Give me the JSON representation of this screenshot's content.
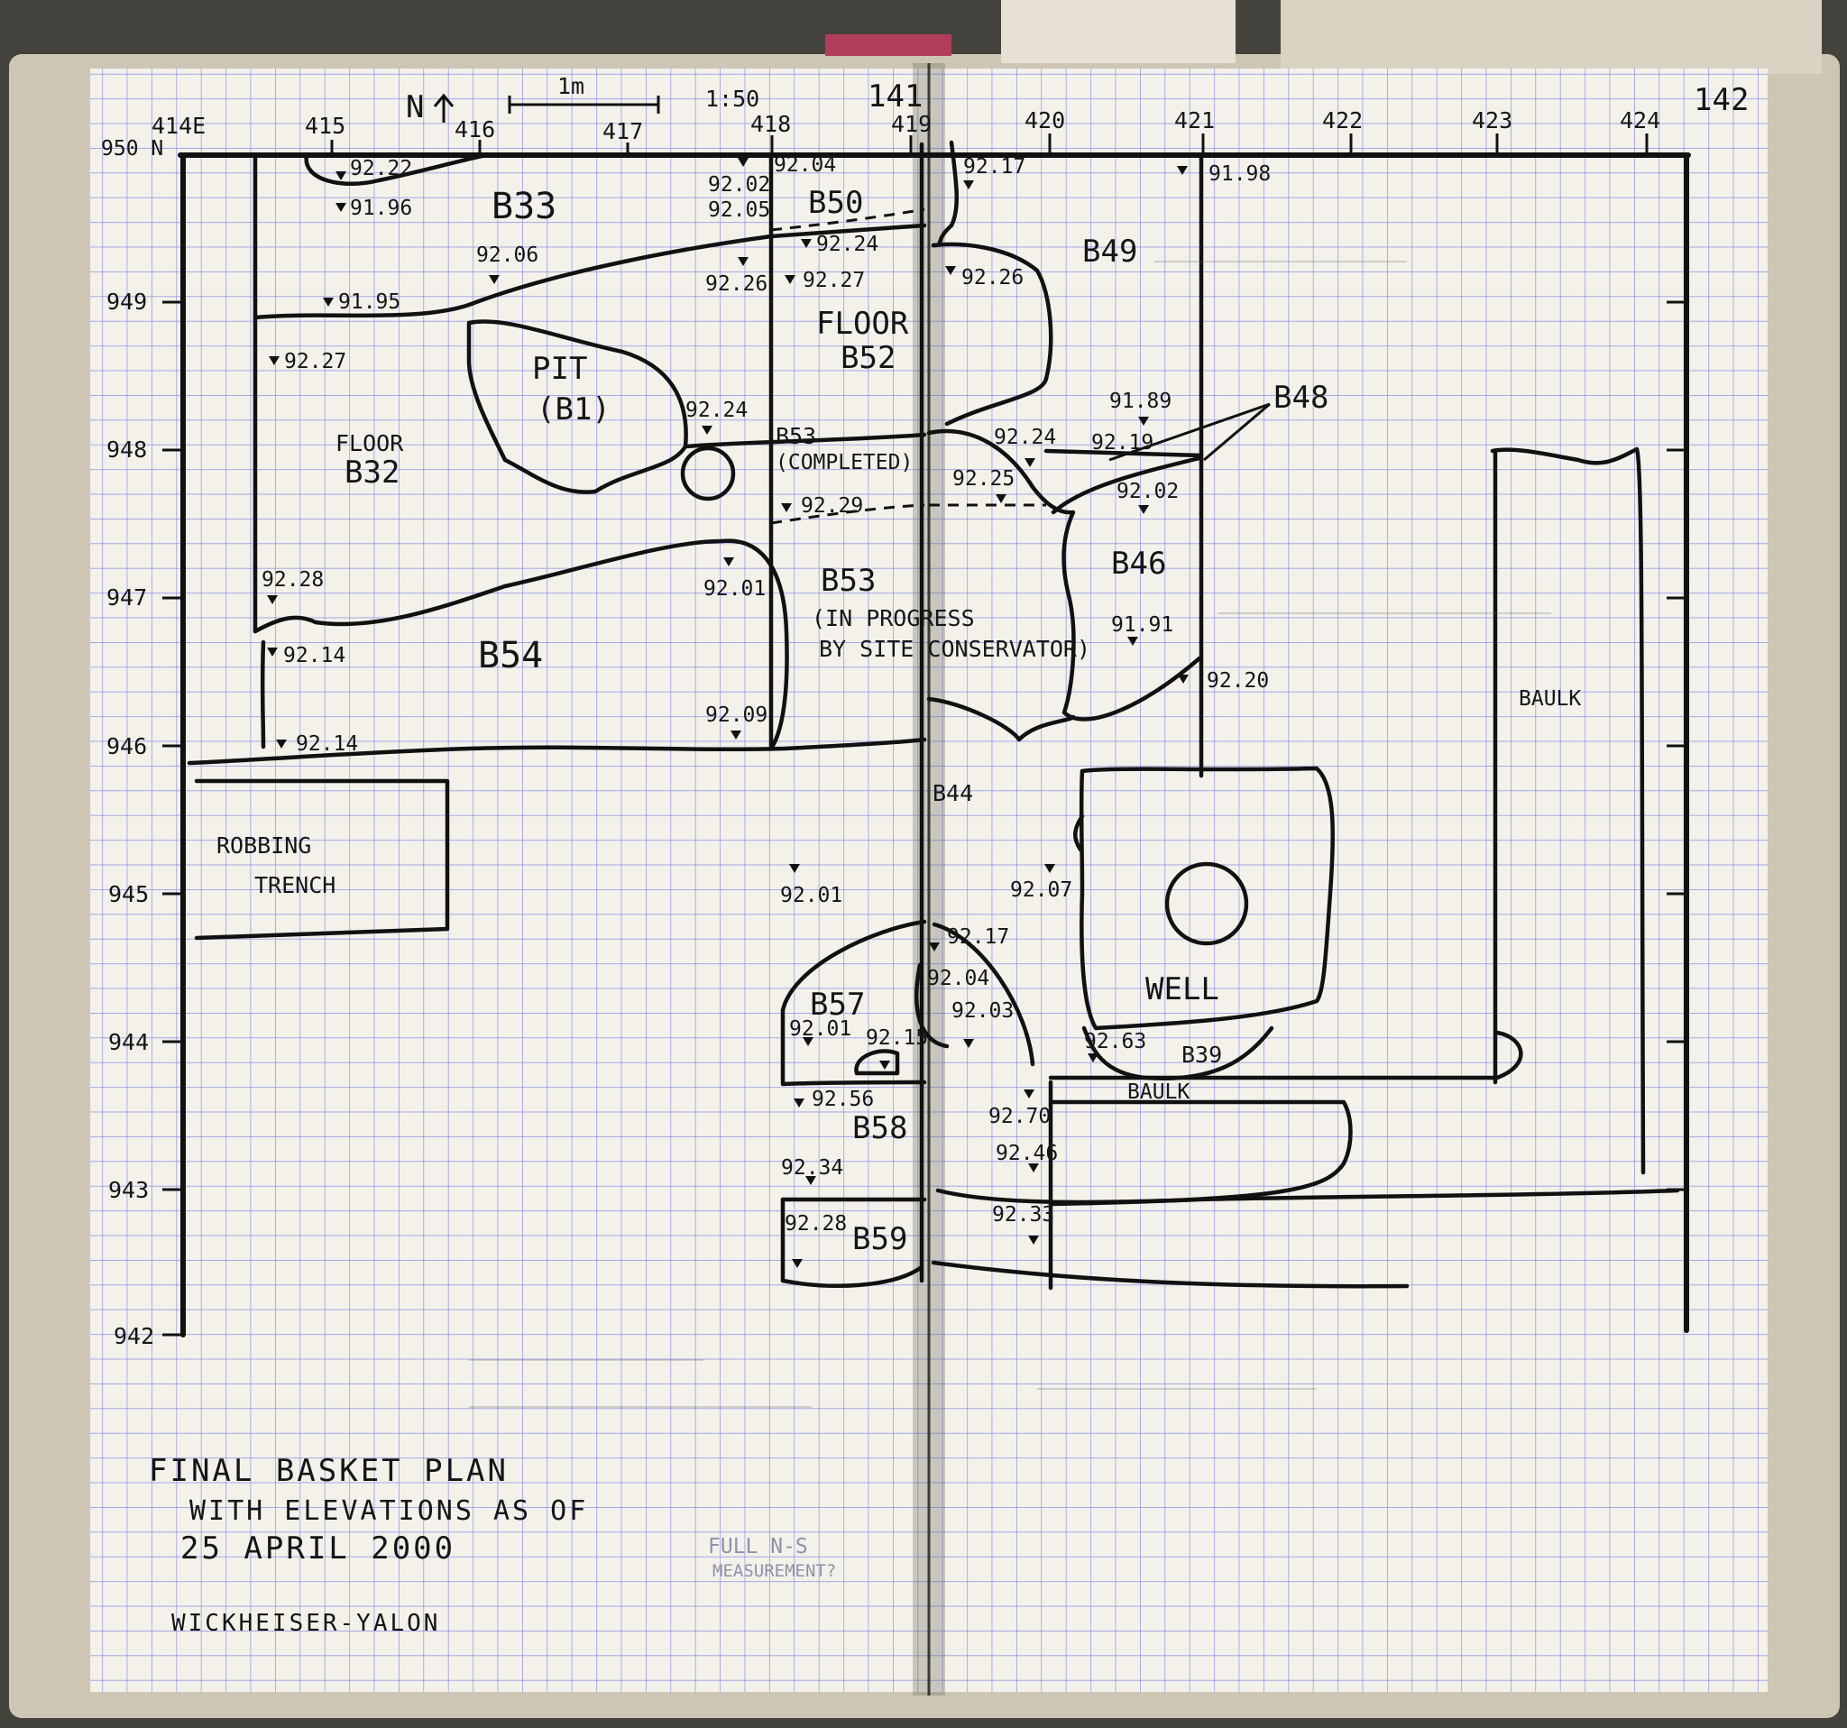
{
  "page_numbers": {
    "left": "141",
    "right": "142"
  },
  "top_axis": {
    "e_labels": [
      "414E",
      "415",
      "416",
      "417",
      "418",
      "419",
      "420",
      "421",
      "422",
      "423",
      "424"
    ],
    "north_label": "N",
    "scale_bar": "1m",
    "scale_ratio": "1:50"
  },
  "left_axis": {
    "n_labels": [
      "950 N",
      "949",
      "948",
      "947",
      "946",
      "945",
      "944",
      "943",
      "942"
    ]
  },
  "units": {
    "B33": "B33",
    "B50": "B50",
    "B49": "B49",
    "B48": "B48",
    "floor_b52_line1": "FLOOR",
    "floor_b52_line2": "B52",
    "pit_line1": "PIT",
    "pit_line2": "(B1)",
    "floor_b32_line1": "FLOOR",
    "floor_b32_line2": "B32",
    "b53_completed_line1": "B53",
    "b53_completed_line2": "(COMPLETED)",
    "b53_prog_line1": "B53",
    "b53_prog_line2": "(IN PROGRESS",
    "b53_prog_line3": "BY SITE CONSERVATOR)",
    "B46": "B46",
    "B54": "B54",
    "B44": "B44",
    "robbing_line1": "ROBBING",
    "robbing_line2": "TRENCH",
    "well": "WELL",
    "B57": "B57",
    "B58": "B58",
    "B59": "B59",
    "B39": "B39",
    "baulk_right": "BAULK",
    "baulk_bottom": "BAULK"
  },
  "elevations": {
    "e1": "92.22",
    "e2": "91.96",
    "e3": "92.04",
    "e4": "92.02",
    "e5": "92.05",
    "e6": "92.17",
    "e7": "91.98",
    "e8": "92.06",
    "e9": "92.24",
    "e10": "92.26",
    "e11": "92.27",
    "e12": "92.26",
    "e13": "91.95",
    "e14": "92.27",
    "e15": "92.24",
    "e16": "91.89",
    "e17": "92.24",
    "e18": "92.19",
    "e19": "92.25",
    "e20": "92.02",
    "e21": "92.29",
    "e22": "92.01",
    "e23": "92.28",
    "e24": "91.91",
    "e25": "92.14",
    "e26": "92.20",
    "e27": "92.09",
    "e28": "92.14",
    "e29": "92.01",
    "e30": "92.07",
    "e31": "92.17",
    "e32": "92.04",
    "e33": "92.03",
    "e34": "92.01",
    "e35": "92.15",
    "e36": "92.63",
    "e37": "92.56",
    "e38": "92.70",
    "e39": "92.46",
    "e40": "92.34",
    "e41": "92.33",
    "e42": "92.28"
  },
  "title_block": {
    "line1": "FINAL BASKET PLAN",
    "line2": "WITH ELEVATIONS AS OF",
    "line3": "25 APRIL 2000",
    "author": "WICKHEISER-YALON"
  },
  "pencil_note": {
    "line1": "FULL N-S",
    "line2": "MEASUREMENT?"
  }
}
